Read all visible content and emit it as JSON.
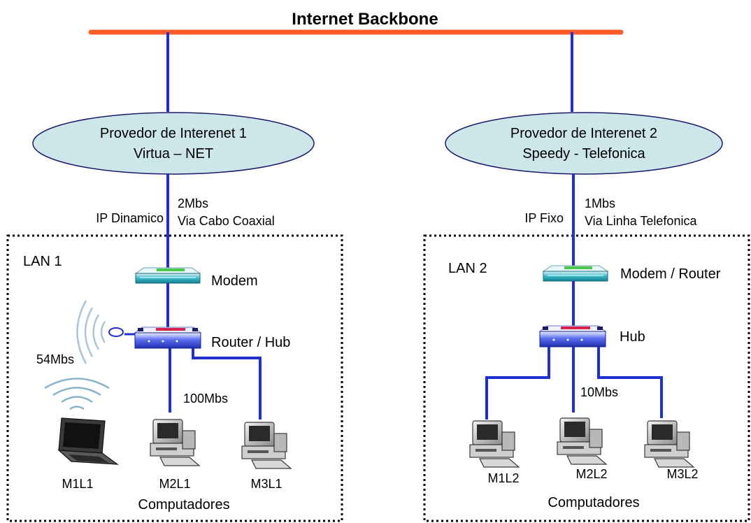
{
  "backbone": {
    "label": "Internet Backbone"
  },
  "isp1": {
    "line1": "Provedor de Interenet 1",
    "line2": "Virtua – NET"
  },
  "isp2": {
    "line1": "Provedor de Interenet 2",
    "line2": "Speedy - Telefonica"
  },
  "link1": {
    "ip": "IP Dinamico",
    "speed": "2Mbs",
    "medium": "Via Cabo Coaxial"
  },
  "link2": {
    "ip": "IP Fixo",
    "speed": "1Mbs",
    "medium": "Via Linha Telefonica"
  },
  "lan1": {
    "label": "LAN 1",
    "modem": "Modem",
    "router": "Router / Hub",
    "wifi_speed": "54Mbs",
    "wired_speed": "100Mbs",
    "machines": [
      "M1L1",
      "M2L1",
      "M3L1"
    ],
    "footer": "Computadores"
  },
  "lan2": {
    "label": "LAN 2",
    "modem": "Modem / Router",
    "hub": "Hub",
    "wired_speed": "10Mbs",
    "machines": [
      "M1L2",
      "M2L2",
      "M3L2"
    ],
    "footer": "Computadores"
  },
  "colors": {
    "backbone": "#ff5a2a",
    "link": "#1f2fd0",
    "isp_fill": "#cce6ea",
    "isp_stroke": "#1a1a6a"
  }
}
